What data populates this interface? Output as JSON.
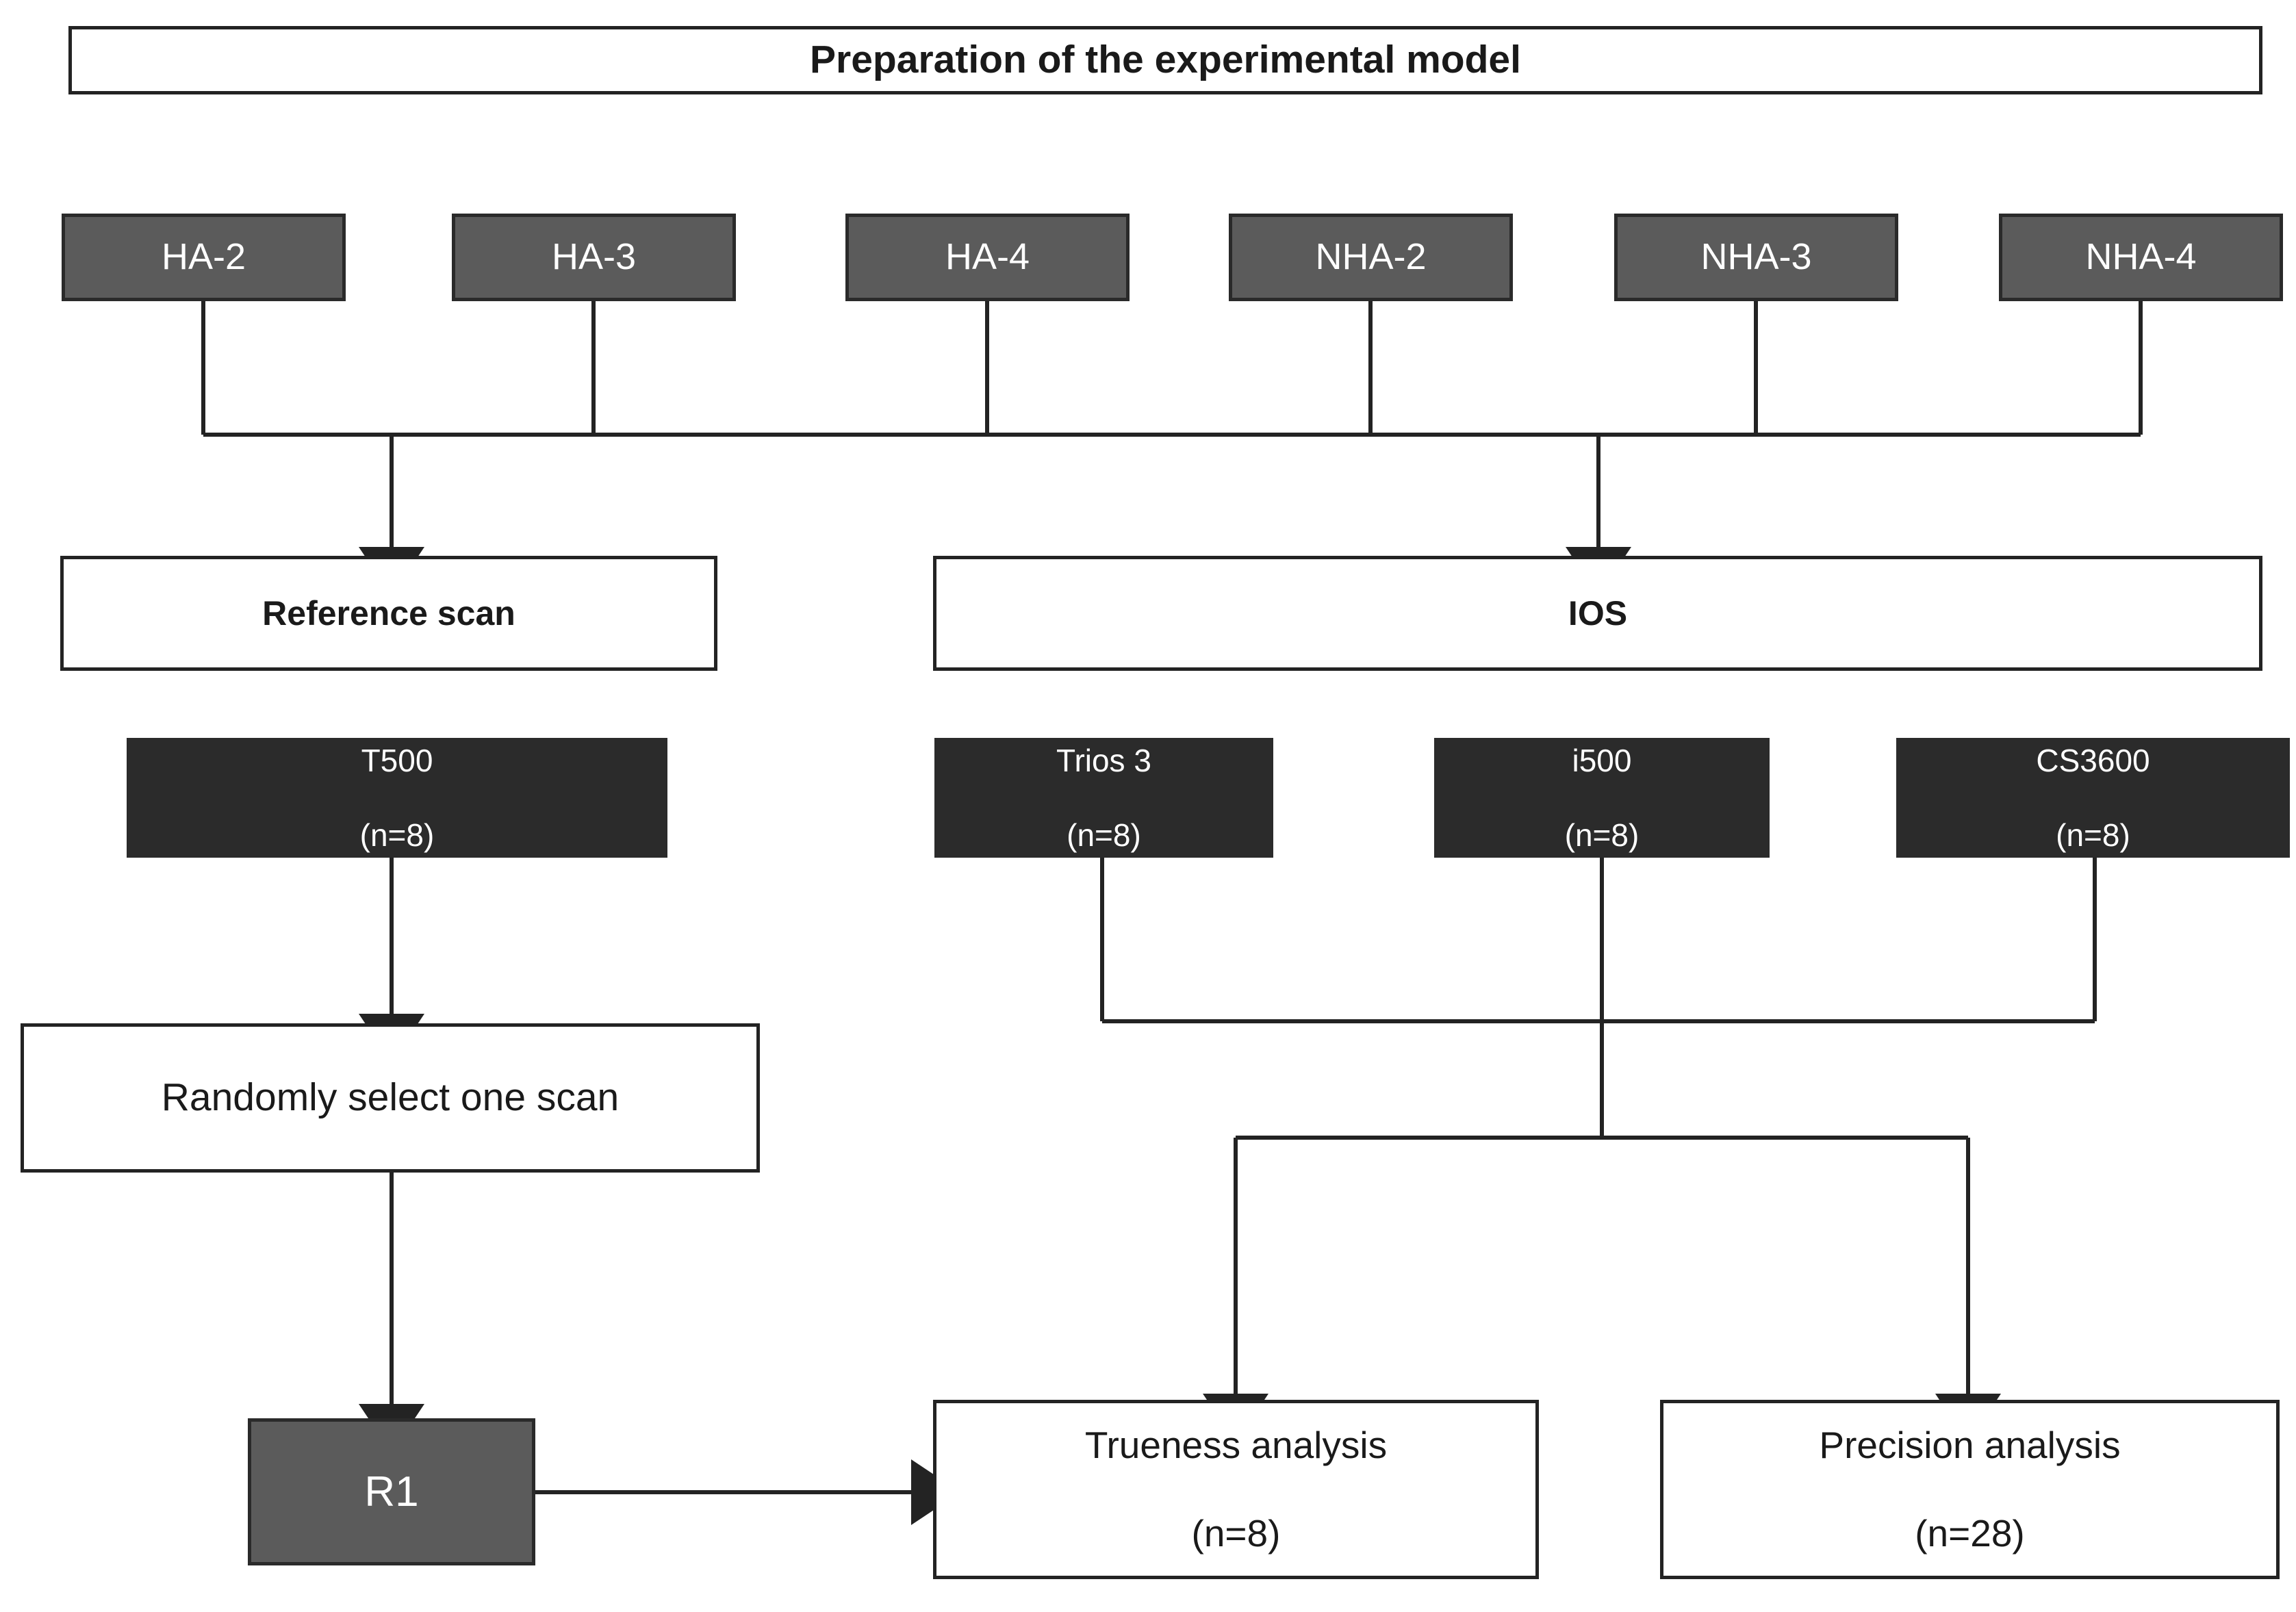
{
  "diagram": {
    "title_box": {
      "label": "Preparation of the experimental model"
    },
    "specimen_groups": [
      {
        "label": "HA-2"
      },
      {
        "label": "HA-3"
      },
      {
        "label": "HA-4"
      },
      {
        "label": "NHA-2"
      },
      {
        "label": "NHA-3"
      },
      {
        "label": "NHA-4"
      }
    ],
    "branches": [
      {
        "label": "Reference scan"
      },
      {
        "label": "IOS"
      }
    ],
    "scanners": [
      {
        "name": "T500",
        "count": "(n=8)"
      },
      {
        "name": "Trios 3",
        "count": "(n=8)"
      },
      {
        "name": "i500",
        "count": "(n=8)"
      },
      {
        "name": "CS3600",
        "count": "(n=8)"
      }
    ],
    "random_select": {
      "label": "Randomly select one scan"
    },
    "reference_result": {
      "label": "R1"
    },
    "analyses": [
      {
        "name": "Trueness analysis",
        "count": "(n=8)"
      },
      {
        "name": "Precision analysis",
        "count": "(n=28)"
      }
    ],
    "colors": {
      "line": "#232323",
      "box_outline": "#232323",
      "box_grey_fill": "#5b5b5b",
      "box_dark_fill": "#2b2b2b",
      "text_on_dark": "#ffffff",
      "text_on_light": "#1a1a1a",
      "background": "#ffffff"
    }
  }
}
